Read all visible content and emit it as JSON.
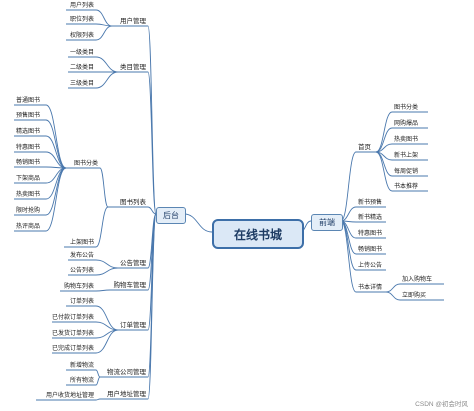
{
  "center": "在线书城",
  "left_main": "后台",
  "right_main": "前端",
  "left": [
    {
      "label": "用户管理",
      "children": [
        "用户列表",
        "职位列表",
        "权限列表"
      ]
    },
    {
      "label": "类目管理",
      "children": [
        "一级类目",
        "二级类目",
        "三级类目"
      ]
    },
    {
      "label": "图书列表",
      "children": [
        {
          "label": "图书分类",
          "children": [
            "普通图书",
            "预售图书",
            "精选图书",
            "特惠图书",
            "畅销图书",
            "下架商品",
            "热卖图书",
            "限时抢购",
            "热评商品"
          ]
        },
        {
          "label": "上架图书",
          "children": []
        }
      ]
    },
    {
      "label": "公告管理",
      "children": [
        "发布公告",
        "公告列表"
      ]
    },
    {
      "label": "购物车管理",
      "children": [
        "购物车列表"
      ]
    },
    {
      "label": "订单管理",
      "children": [
        "订单列表",
        "已付款订单列表",
        "已发货订单列表",
        "已完成订单列表"
      ]
    },
    {
      "label": "物流公司管理",
      "children": [
        "新增物流",
        "所有物流"
      ]
    },
    {
      "label": "用户地址管理",
      "children": [
        "用户收货地址管理"
      ]
    }
  ],
  "right": [
    {
      "label": "首页",
      "children": [
        "图书分类",
        "网购爆品",
        "热卖图书",
        "新书上架",
        "每周促销",
        "书本推荐"
      ]
    },
    {
      "label": "新书预售",
      "children": []
    },
    {
      "label": "新书精选",
      "children": []
    },
    {
      "label": "特惠图书",
      "children": []
    },
    {
      "label": "畅销图书",
      "children": []
    },
    {
      "label": "上传公告",
      "children": []
    },
    {
      "label": "书本详情",
      "children": [
        "加入购物车",
        "立即购买"
      ]
    }
  ],
  "watermark": "CSDN @初会时风"
}
